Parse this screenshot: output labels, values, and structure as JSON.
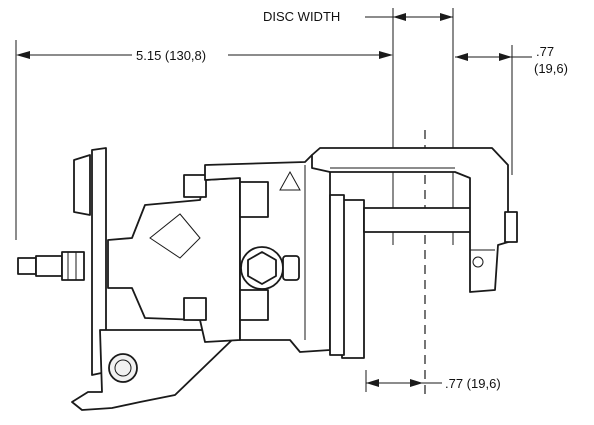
{
  "dimensions": {
    "disc_width_label": "DISC WIDTH",
    "overall_length_label": "5.15 (130,8)",
    "offset_top_line1": ".77",
    "offset_top_line2": "(19,6)",
    "offset_bottom_label": ".77 (19,6)"
  },
  "colors": {
    "line": "#1a1a1a",
    "background": "#ffffff"
  },
  "icons": [
    "caliper-drawing"
  ]
}
